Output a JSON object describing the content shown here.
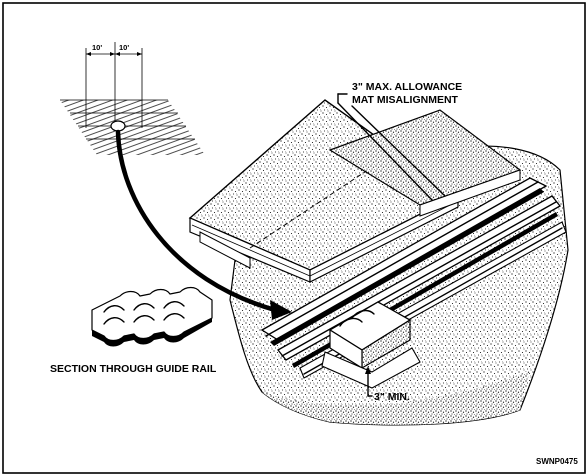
{
  "figure": {
    "dimension_left": "10'",
    "dimension_right": "10'",
    "allowance_line_1": "3\" MAX. ALLOWANCE",
    "allowance_line_2": "MAT MISALIGNMENT",
    "min_clearance": "3\" MIN.",
    "section_caption": "SECTION THROUGH GUIDE RAIL",
    "figure_code": "SWNP0475"
  }
}
